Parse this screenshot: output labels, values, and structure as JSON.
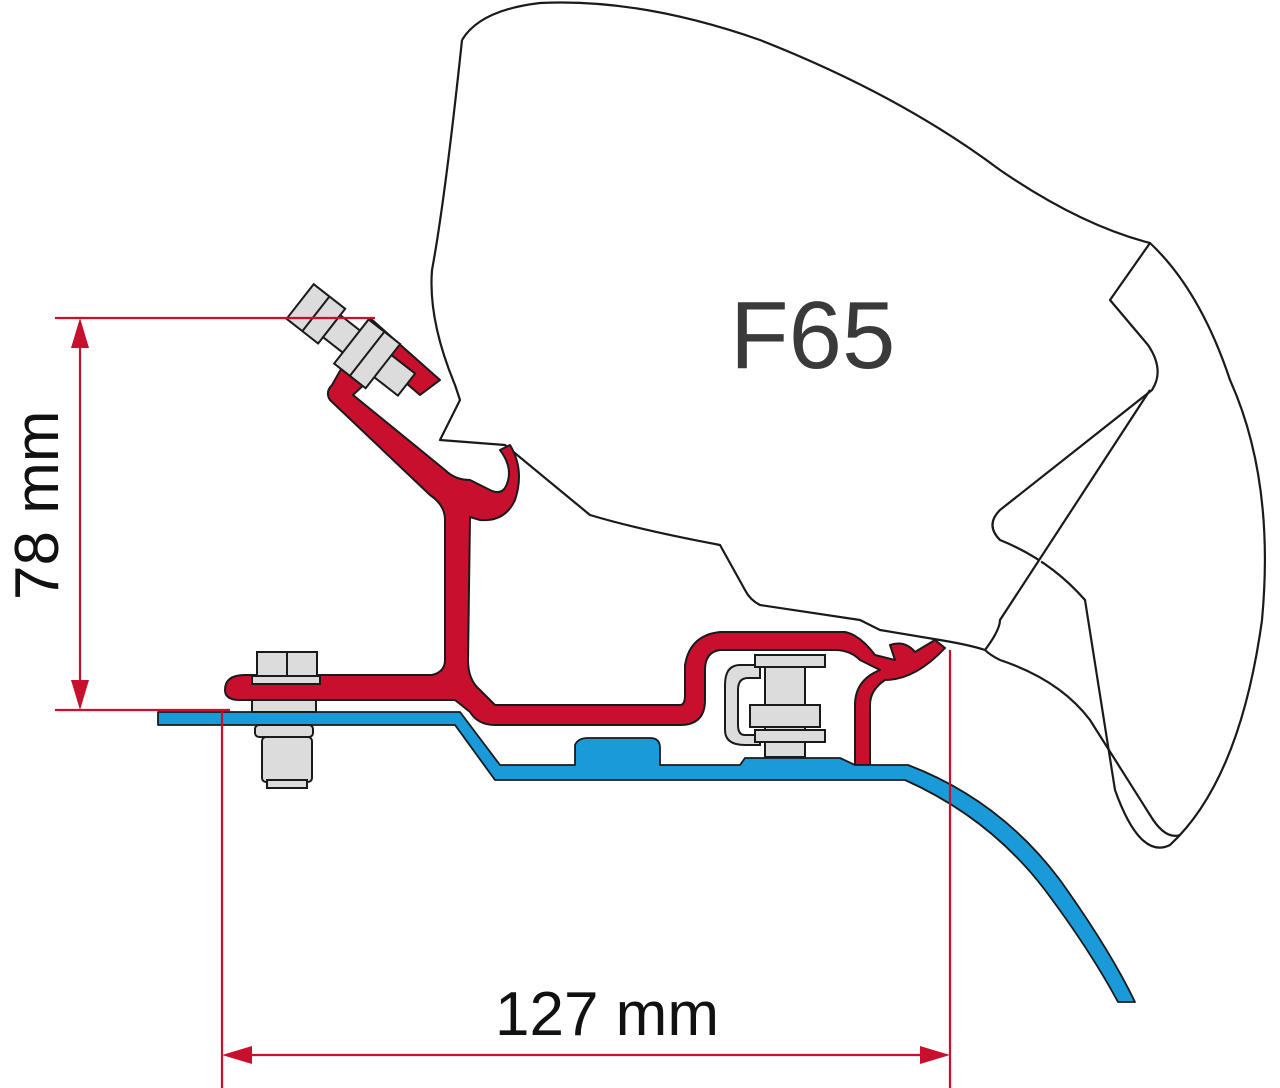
{
  "product": {
    "name": "F65"
  },
  "dimensions": {
    "height": {
      "value": 78,
      "unit": "mm",
      "label": "78 mm"
    },
    "width": {
      "value": 127,
      "unit": "mm",
      "label": "127 mm"
    }
  },
  "parts": {
    "awning_case": "F65 awning housing",
    "adapter_bracket": "mounting adapter bracket",
    "vehicle_roof": "vehicle roof profile",
    "bolts": [
      "upper clamp bolt",
      "rear fixing bolt",
      "front clamp bolt"
    ]
  },
  "colors": {
    "bracket": "#c8102e",
    "roof": "#1a9ad9",
    "dimension_line": "#c8102e",
    "bolt_fill": "#d9d9d9",
    "outline": "#1a1a1a",
    "text": "#222222"
  }
}
